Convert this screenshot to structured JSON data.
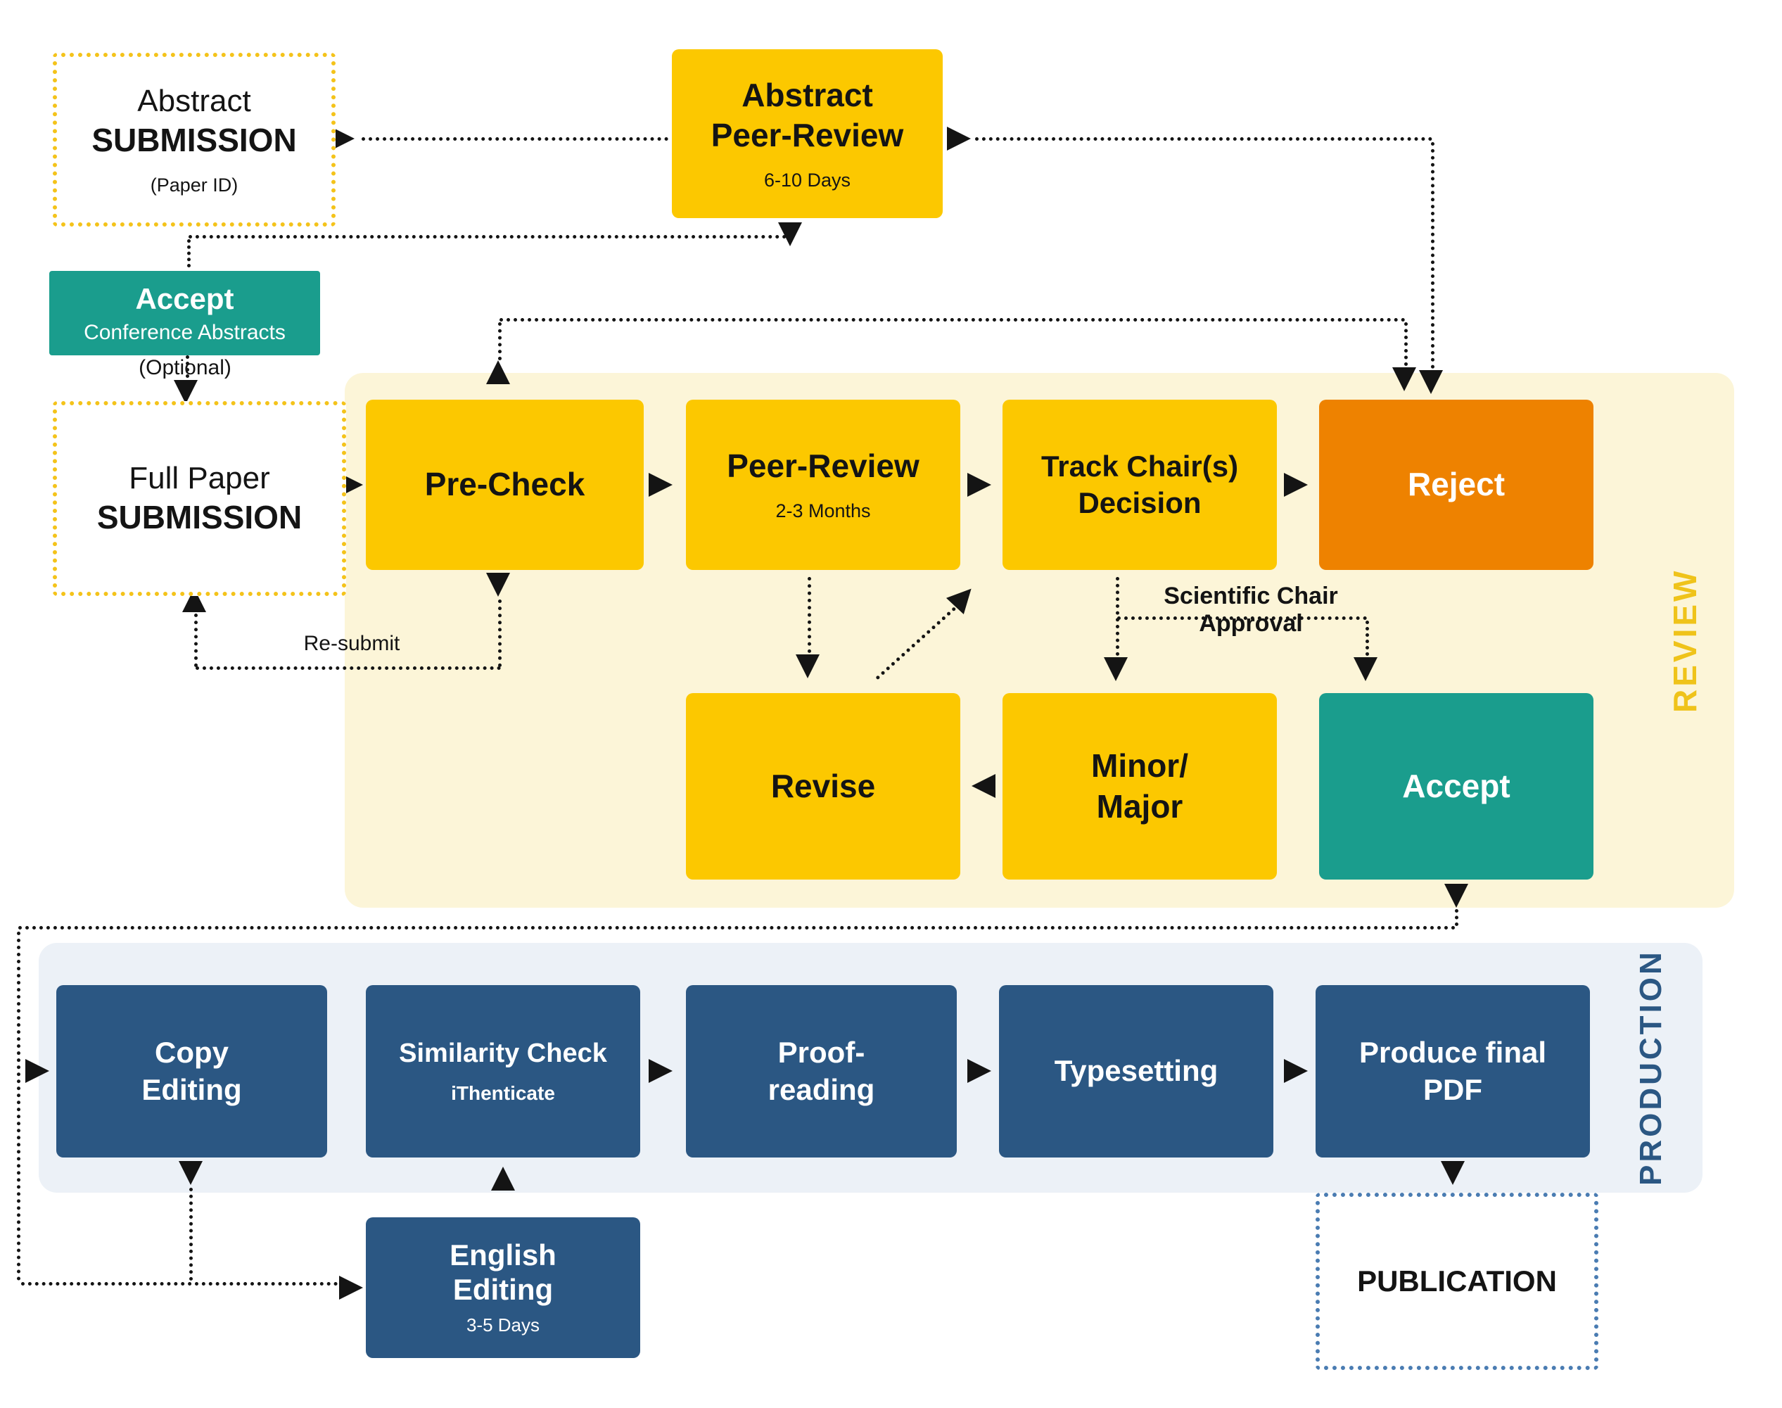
{
  "palette": {
    "yellow": "#FCC800",
    "orange": "#EE8200",
    "teal": "#1A9D8D",
    "dark_blue": "#2B5783",
    "review_band_bg": "#FCF5D8",
    "production_band_bg": "#ECF1F7",
    "dotted_yellow_border": "#F4C31A",
    "dotted_blue_border": "#4A7CB2",
    "review_label_color": "#EFC31A",
    "arrow_color": "#141414"
  },
  "bands": {
    "review": {
      "label": "REVIEW"
    },
    "production": {
      "label": "PRODUCTION"
    }
  },
  "nodes": {
    "abstract_submission": {
      "line1": "Abstract",
      "line2": "SUBMISSION",
      "sub": "(Paper ID)"
    },
    "abstract_peer_review": {
      "line1": "Abstract",
      "line2": "Peer-Review",
      "sub": "6-10 Days"
    },
    "accept_abstracts": {
      "title": "Accept",
      "sub": "Conference Abstracts",
      "note": "(Optional)"
    },
    "full_paper_submission": {
      "line1": "Full Paper",
      "line2": "SUBMISSION"
    },
    "pre_check": {
      "title": "Pre-Check"
    },
    "peer_review": {
      "title": "Peer-Review",
      "sub": "2-3 Months"
    },
    "track_chair_decision": {
      "line1": "Track Chair(s)",
      "line2": "Decision"
    },
    "reject": {
      "title": "Reject"
    },
    "revise": {
      "title": "Revise"
    },
    "minor_major": {
      "line1": "Minor/",
      "line2": "Major"
    },
    "accept": {
      "title": "Accept"
    },
    "copy_editing": {
      "line1": "Copy",
      "line2": "Editing"
    },
    "similarity_check": {
      "title": "Similarity Check",
      "sub": "iThenticate"
    },
    "proof_reading": {
      "line1": "Proof-",
      "line2": "reading"
    },
    "typesetting": {
      "title": "Typesetting"
    },
    "produce_final_pdf": {
      "line1": "Produce final",
      "line2": "PDF"
    },
    "english_editing": {
      "line1": "English",
      "line2": "Editing",
      "sub": "3-5 Days"
    },
    "publication": {
      "title": "PUBLICATION"
    }
  },
  "labels": {
    "re_submit": "Re-submit",
    "scientific_chair_approval": "Scientific Chair Approval"
  }
}
